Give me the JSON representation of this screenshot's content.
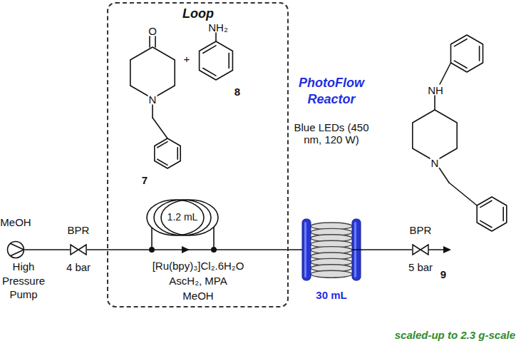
{
  "diagram": {
    "nodes": [
      {
        "text": [
          "Loop",
          "[Ru(bpy)₃]Cl₂.6H₂O",
          "AscH₂, MPA",
          "MeOH"
        ]
      },
      {
        "text": [
          "1.2 mL"
        ],
        "in": 0
      },
      {
        "text": [
          "MeOH",
          "High Pressure Pump"
        ]
      },
      {
        "text": [
          "BPR",
          "4 bar"
        ]
      },
      {
        "text": [
          "PhotoFlow Reactor",
          "Blue LEDs (450 nm, 120 W)",
          "30 mL"
        ]
      },
      {
        "text": [
          "BPR",
          "5 bar"
        ]
      }
    ],
    "edges": [
      {
        "from": 2,
        "to": 3,
        "arrow": "none"
      },
      {
        "from": 3,
        "to": 1,
        "arrow": "none"
      },
      {
        "from": 1,
        "to": 4,
        "arrow": "none"
      },
      {
        "from": 4,
        "to": 5,
        "arrow": "none"
      }
    ],
    "labels": [
      "O",
      "N",
      "7",
      "+",
      "NH₂",
      "8",
      "NH",
      "N",
      "9",
      "scaled-up to 2.3 g-scale"
    ]
  }
}
